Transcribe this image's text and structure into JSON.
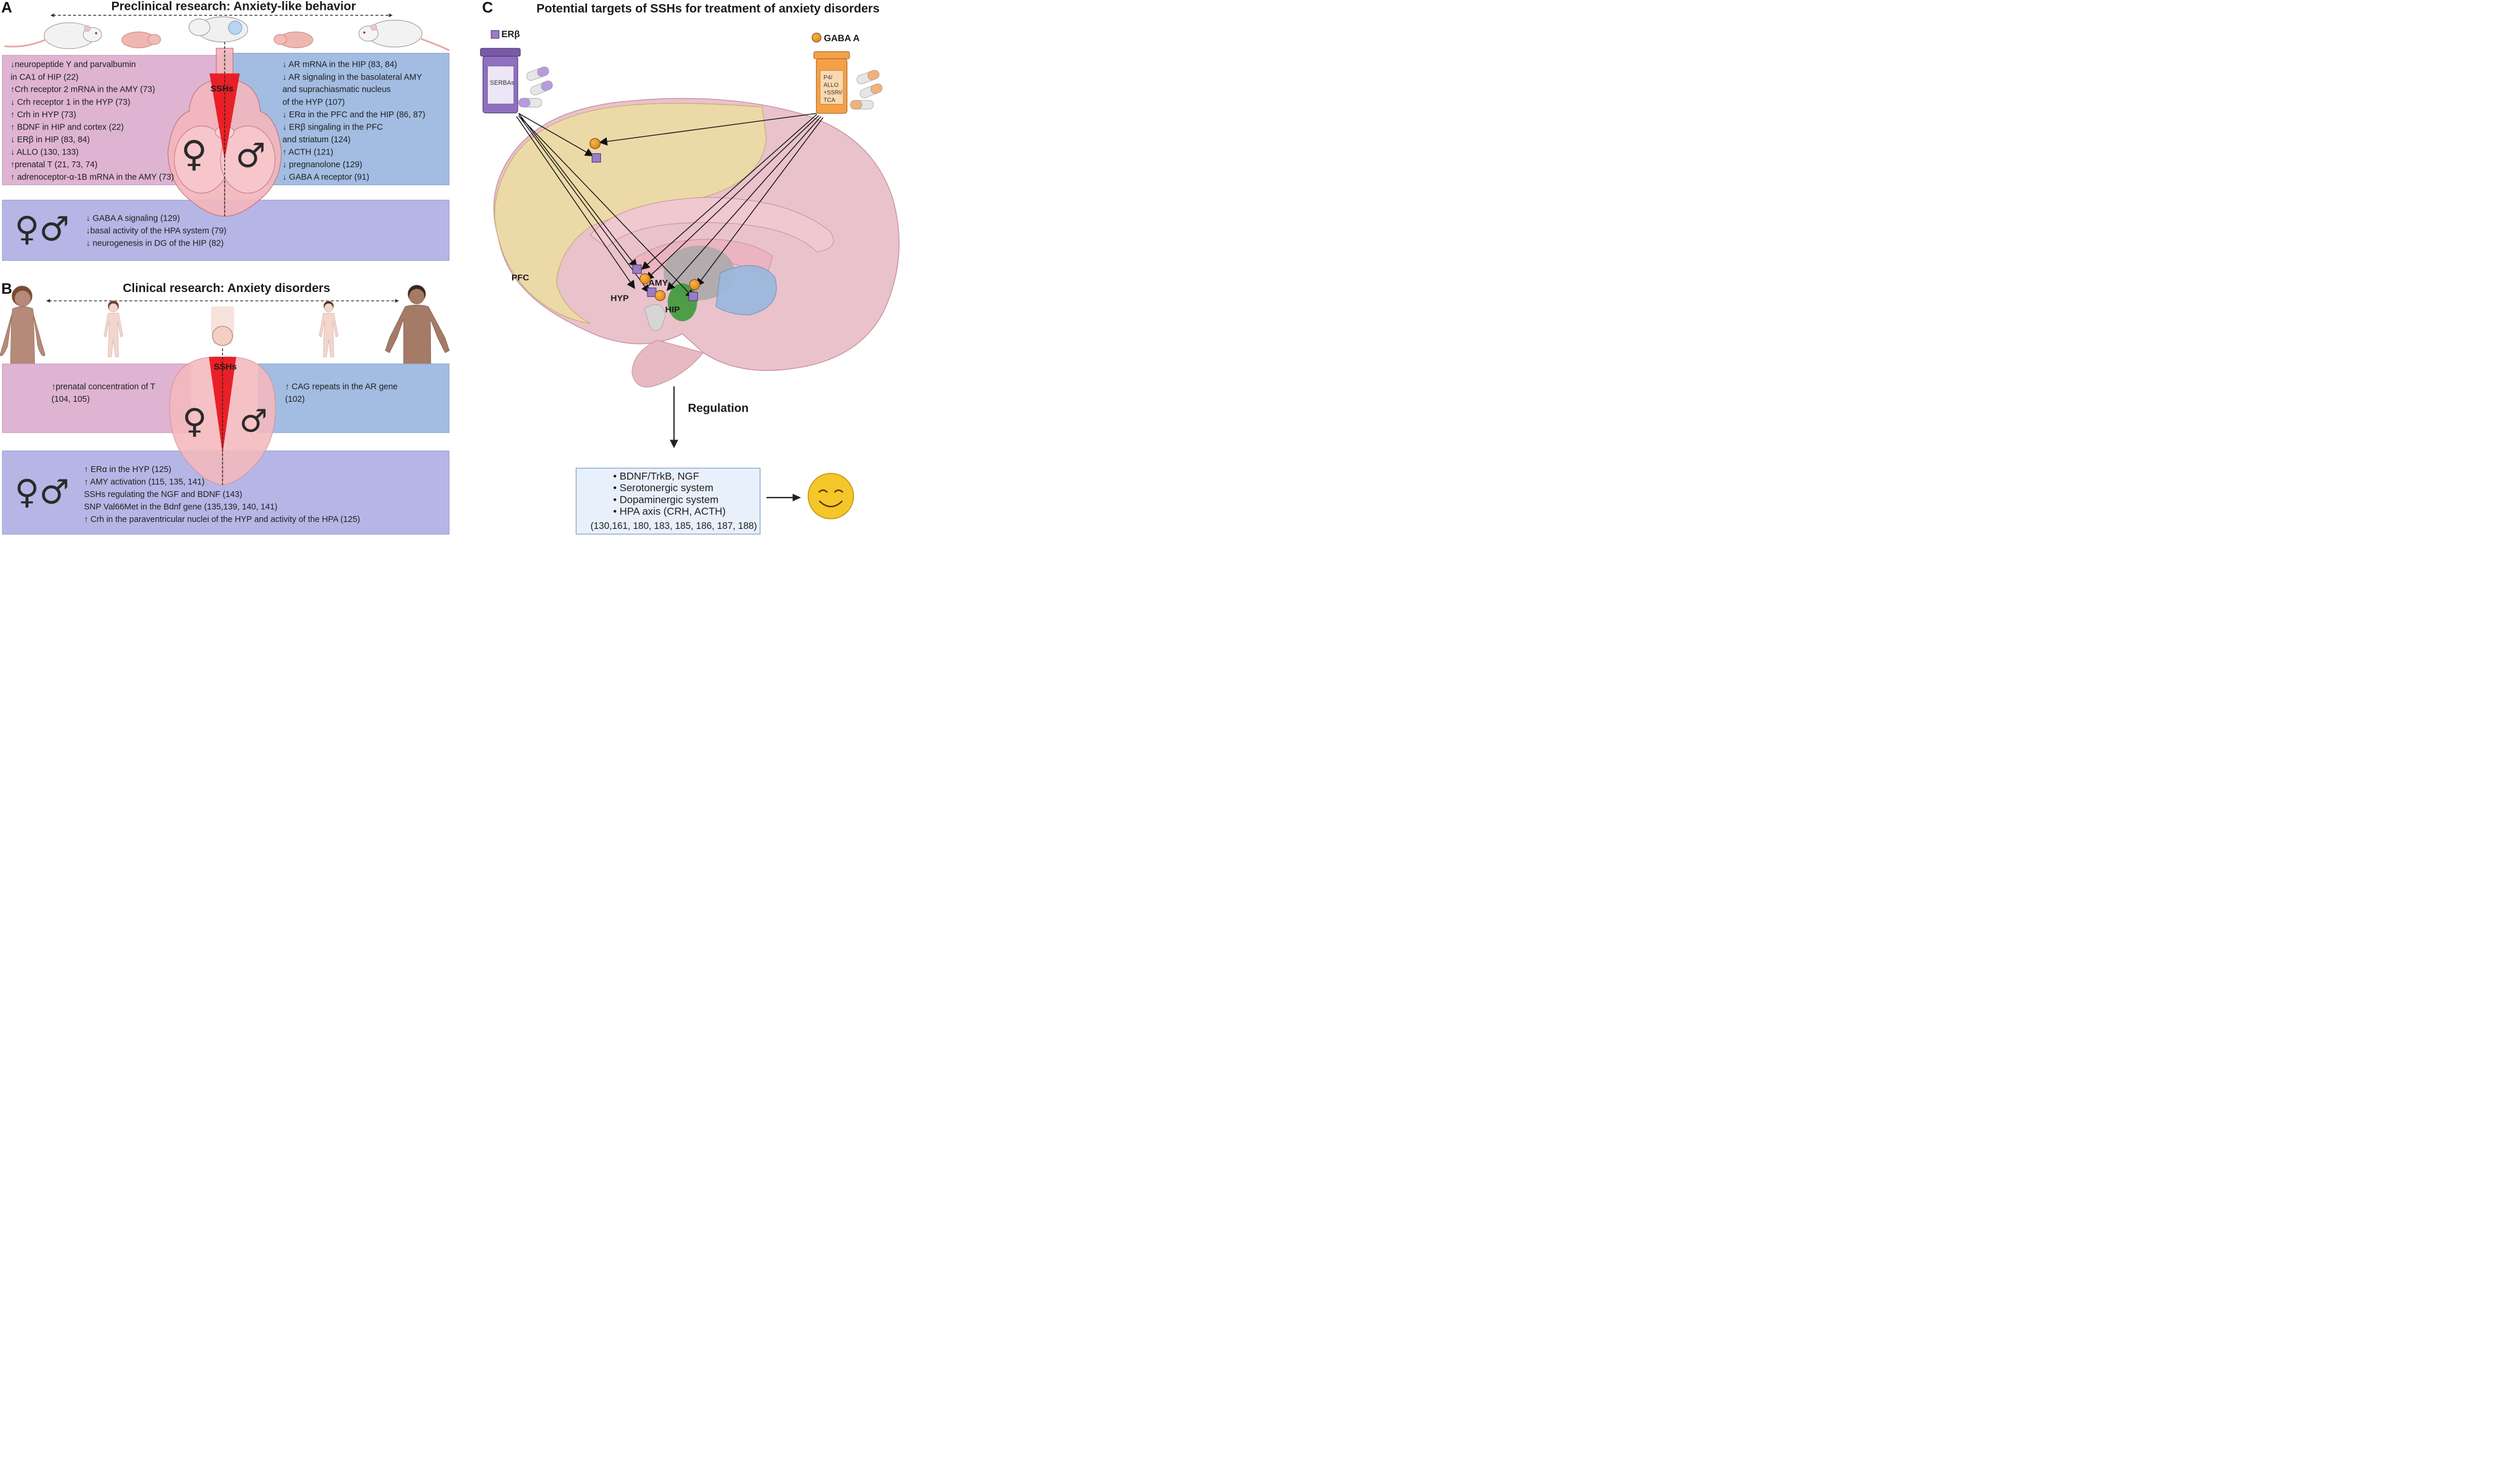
{
  "panels": {
    "a": {
      "letter": "A",
      "title": "Preclinical research: Anxiety-like behavior",
      "female_lines": [
        "↓neuropeptide Y and parvalbumin",
        " in CA1 of HIP (22)",
        "↑Crh receptor 2 mRNA in the AMY (73)",
        "↓ Crh receptor 1 in the HYP  (73)",
        "↑ Crh in HYP  (73)",
        "↑ BDNF in HIP and cortex (22)",
        "↓ ERβ in HIP (83, 84)",
        "↓ ALLO (130, 133)",
        "↑prenatal T (21, 73, 74)",
        "↑ adrenoceptor-α-1B mRNA in the AMY (73)"
      ],
      "male_lines": [
        "↓ AR mRNA in the  HIP (83, 84)",
        "↓ AR signaling in the basolateral AMY",
        "and suprachiasmatic nucleus",
        "of the HYP (107)",
        "↓ ERα  in the  PFC and  the HIP (86, 87)",
        "↓ ERβ singaling in the PFC",
        "and striatum (124)",
        "↑ ACTH (121)",
        "↓ pregnanolone  (129)",
        "↓ GABA A receptor (91)"
      ],
      "both_lines": [
        "↓ GABA A signaling (129)",
        "↓basal activity of the HPA system (79)",
        "↓ neurogenesis in DG of the HIP (82)"
      ],
      "center_label": "SSHs",
      "female_symbol": "♀",
      "male_symbol": "♂",
      "both_symbol": "♀♂"
    },
    "b": {
      "letter": "B",
      "title": "Clinical research: Anxiety disorders",
      "female_lines": [
        "↑prenatal concentration of T",
        "(104, 105)"
      ],
      "male_lines": [
        "↑ CAG repeats in the AR gene",
        "(102)"
      ],
      "both_lines": [
        "↑ ERα  in the HYP (125)",
        "↑ AMY activation (115, 135, 141)",
        "SSHs regulating the NGF and BDNF (143)",
        "SNP Val66Met in the Bdnf gene (135,139, 140, 141)",
        "↑ Crh in the paraventricular nuclei of the HYP and activity of the HPA (125)"
      ],
      "center_label": "SSHs",
      "female_symbol": "♀",
      "male_symbol": "♂",
      "both_symbol": "♀♂"
    },
    "c": {
      "letter": "C",
      "title": "Potential targets of SSHs for treatment of anxiety disorders",
      "legend_er": "ERβ",
      "legend_gaba": "GABA A",
      "bottle_left": "SERBAs",
      "bottle_right": [
        "P4/",
        "ALLO",
        "+SSRI/",
        "TCA"
      ],
      "regions": {
        "pfc": "PFC",
        "hyp": "HYP",
        "amy": "AMY",
        "hip": "HIP"
      },
      "regulation_label": "Regulation",
      "regulation_items": [
        "BDNF/TrkB, NGF",
        "Serotonergic system",
        "Dopaminergic system",
        "HPA axis (CRH, ACTH)"
      ],
      "regulation_refs": "(130,161, 180, 183, 185, 186, 187, 188)"
    }
  },
  "colors": {
    "female_box": "#dfb4d3",
    "male_box": "#a3bde2",
    "both_box": "#b6b6e6",
    "er_marker": "#9b7cc8",
    "gaba_marker": "#e08a1a",
    "smiley": "#f5c62a",
    "ssh_triangle": "#e8121a"
  }
}
